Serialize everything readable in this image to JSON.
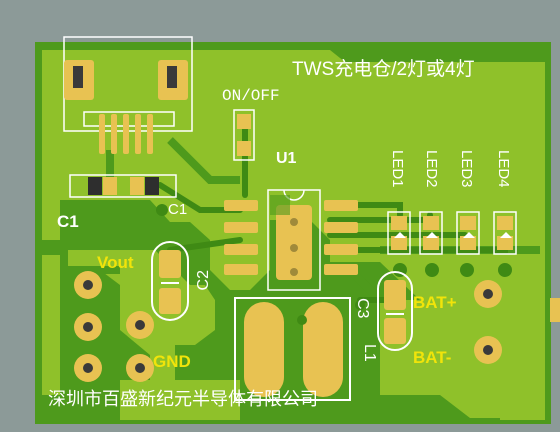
{
  "board": {
    "title": "TWS充电仓/2灯或4灯",
    "company": "深圳市百盛新纪元半导体有限公司",
    "colors": {
      "background": "#8c9a98",
      "board": "#4e9a1c",
      "copper": "#8fc12a",
      "pad": "#e8c252",
      "silk": "#ffffff",
      "label": "#f1e40a"
    }
  },
  "labels": {
    "switch": "ON/OFF",
    "u1": "U1",
    "c1_left": "C1",
    "c1_right": "C1",
    "c2": "C2",
    "c3": "C3",
    "l1": "L1",
    "vout": "Vout",
    "gnd": "GND",
    "bat_plus": "BAT+",
    "bat_minus": "BAT-",
    "leds": [
      "LED1",
      "LED2",
      "LED3",
      "LED4"
    ]
  }
}
